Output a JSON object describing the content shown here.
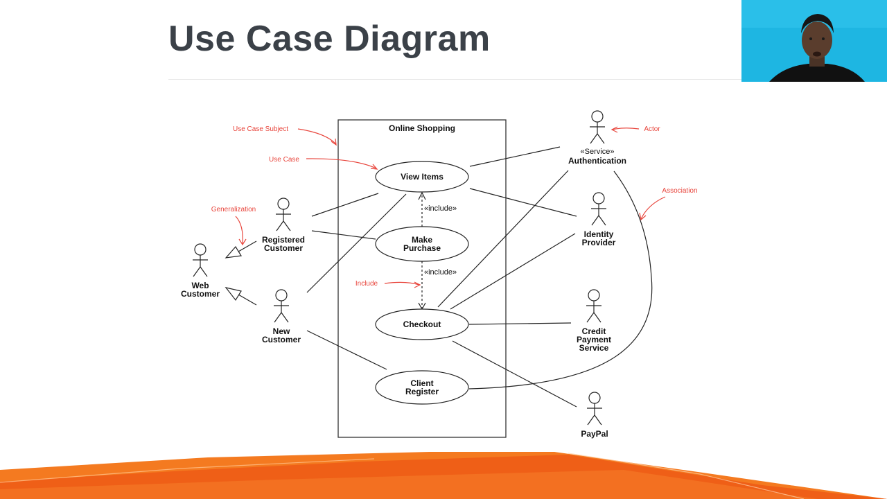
{
  "slide": {
    "title": "Use Case Diagram"
  },
  "diagram": {
    "subject": "Online Shopping",
    "use_cases": {
      "view_items": "View Items",
      "make_purchase_l1": "Make",
      "make_purchase_l2": "Purchase",
      "checkout": "Checkout",
      "client_register_l1": "Client",
      "client_register_l2": "Register"
    },
    "include_labels": {
      "first": "«include»",
      "second": "«include»"
    },
    "actors": {
      "web_customer_l1": "Web",
      "web_customer_l2": "Customer",
      "registered_customer_l1": "Registered",
      "registered_customer_l2": "Customer",
      "new_customer_l1": "New",
      "new_customer_l2": "Customer",
      "authentication_stereotype": "«Service»",
      "authentication": "Authentication",
      "identity_provider_l1": "Identity",
      "identity_provider_l2": "Provider",
      "credit_payment_l1": "Credit",
      "credit_payment_l2": "Payment",
      "credit_payment_l3": "Service",
      "paypal": "PayPal"
    },
    "annotations": {
      "use_case_subject": "Use Case Subject",
      "use_case": "Use Case",
      "generalization": "Generalization",
      "include": "Include",
      "actor": "Actor",
      "association": "Association"
    }
  },
  "colors": {
    "annotation": "#e8453c",
    "title": "#3b4148",
    "footer_orange": "#f26a1b",
    "webcam_bg": "#1fb3df"
  }
}
